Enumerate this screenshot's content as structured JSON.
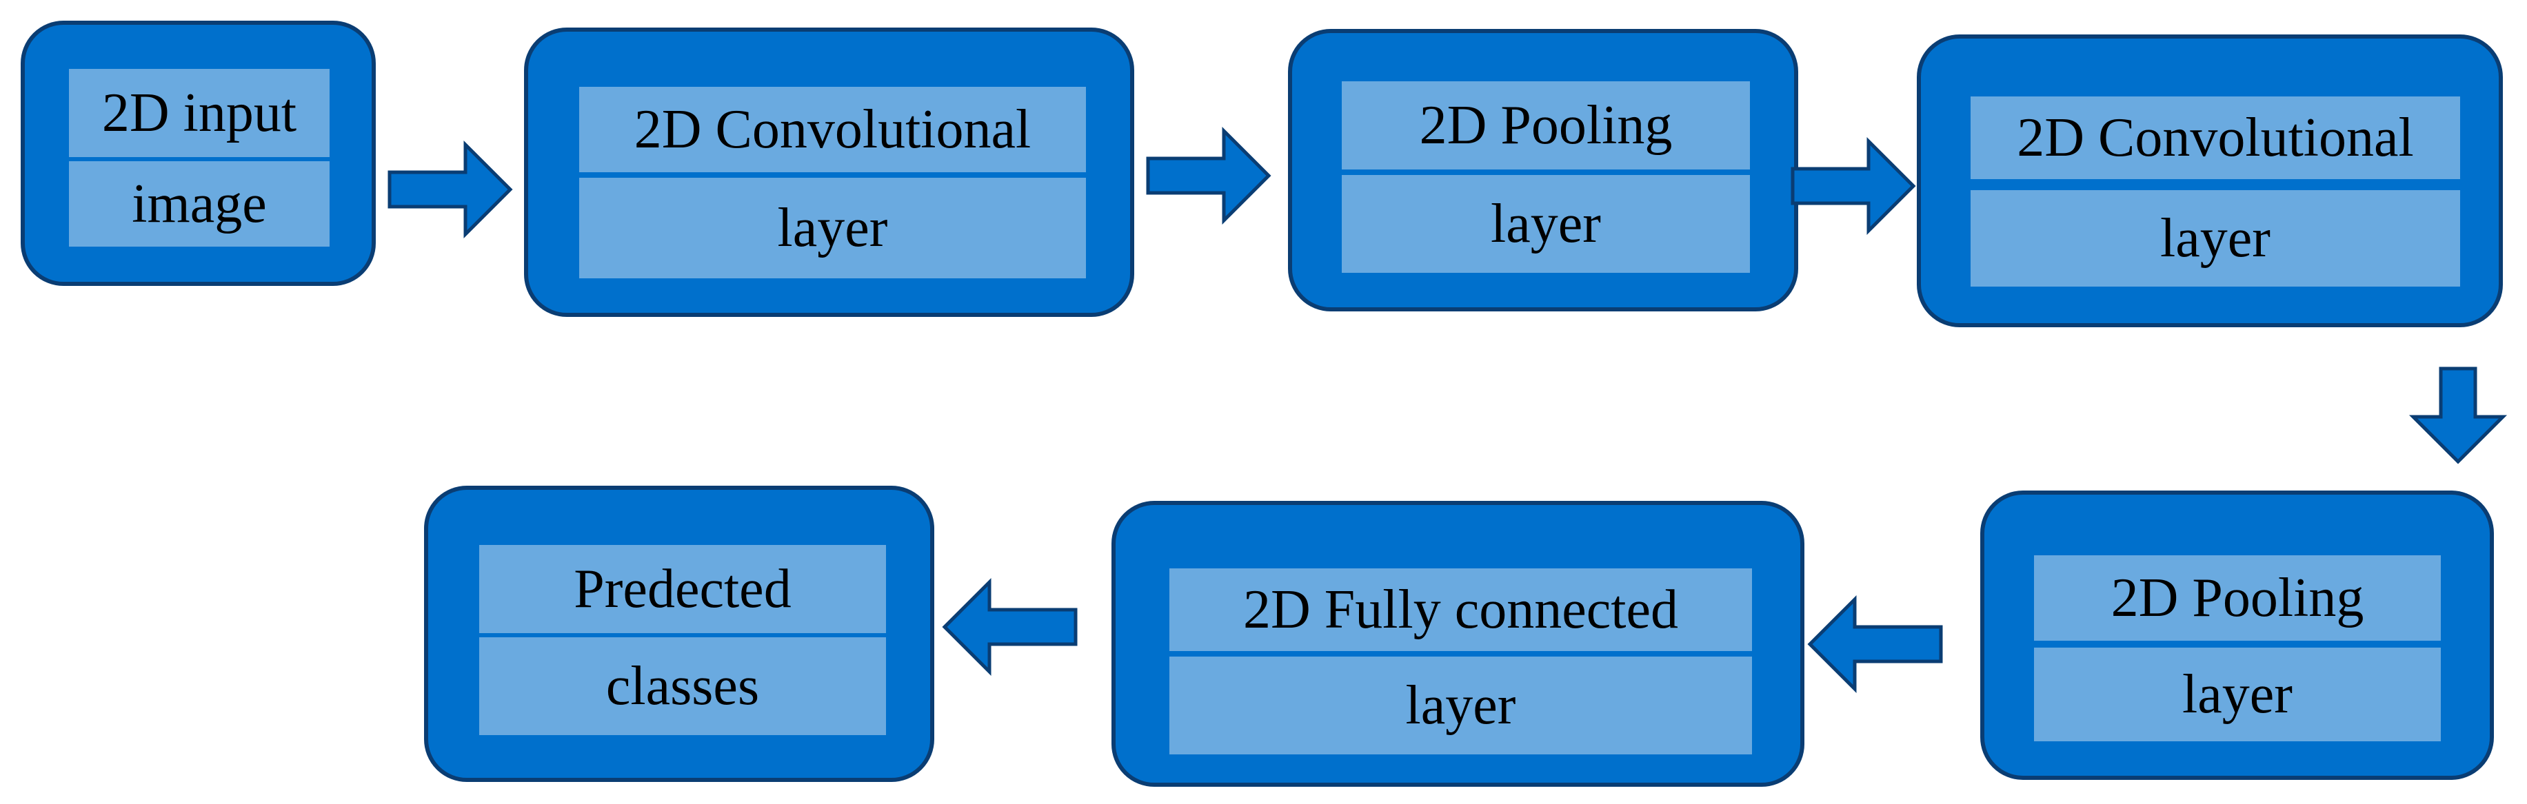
{
  "nodes": [
    {
      "id": "input",
      "top": "2D input",
      "bottom": "image"
    },
    {
      "id": "conv1",
      "top": "2D Convolutional",
      "bottom": "layer"
    },
    {
      "id": "pool1",
      "top": "2D Pooling",
      "bottom": "layer"
    },
    {
      "id": "conv2",
      "top": "2D Convolutional",
      "bottom": "layer"
    },
    {
      "id": "pool2",
      "top": "2D Pooling",
      "bottom": "layer"
    },
    {
      "id": "fc",
      "top": "2D Fully connected",
      "bottom": "layer"
    },
    {
      "id": "output",
      "top": "Predected",
      "bottom": "classes"
    }
  ],
  "edges": [
    {
      "from": "input",
      "to": "conv1",
      "direction": "right"
    },
    {
      "from": "conv1",
      "to": "pool1",
      "direction": "right"
    },
    {
      "from": "pool1",
      "to": "conv2",
      "direction": "right"
    },
    {
      "from": "conv2",
      "to": "pool2",
      "direction": "down"
    },
    {
      "from": "pool2",
      "to": "fc",
      "direction": "left"
    },
    {
      "from": "fc",
      "to": "output",
      "direction": "left"
    }
  ],
  "colors": {
    "box_fill": "#0070cc",
    "box_border": "#0a3d73",
    "cell_fill": "#6aaae0",
    "text": "#000000",
    "background": "#ffffff"
  }
}
